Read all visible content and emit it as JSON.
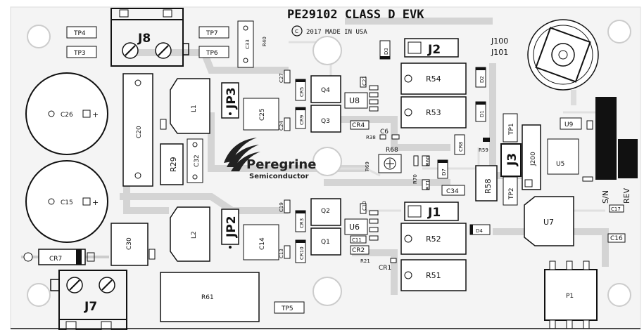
{
  "title": "PE29102 CLASS D EVK",
  "copyright": "2017   MADE IN USA",
  "copyright_symbol": "C",
  "logo": {
    "brand": "Peregrine",
    "sub": "Semiconductor"
  },
  "labels": {
    "tp4": "TP4",
    "tp3": "TP3",
    "tp7": "TP7",
    "tp6": "TP6",
    "tp1": "TP1",
    "tp2": "TP2",
    "tp5": "TP5",
    "j8": "J8",
    "j7": "J7",
    "j1": "J1",
    "j2": "J2",
    "j3": "J3",
    "j100": "J100",
    "j101": "J101",
    "j200": "J200",
    "jp3": "JP3",
    "jp2": "JP2",
    "c26": "C26",
    "c15": "C15",
    "c20": "C20",
    "c25": "C25",
    "c14": "C14",
    "c30": "C30",
    "c32": "C32",
    "c33": "C33",
    "c34": "C34",
    "c4": "CR4",
    "c2": "CR2",
    "c6": "C6",
    "c16": "C16",
    "c17": "C17",
    "r29": "R29",
    "r40": "R40",
    "r54": "R54",
    "r53": "R53",
    "r52": "R52",
    "r51": "R51",
    "r58": "R58",
    "r61": "R61",
    "r68": "R68",
    "r69": "R69",
    "r70": "R70",
    "r71": "R71",
    "r59": "R59",
    "r38": "R38",
    "r21": "R21",
    "r60": "R60",
    "l1": "L1",
    "l2": "L2",
    "q4": "Q4",
    "q3": "Q3",
    "q2": "Q2",
    "q1": "Q1",
    "u8": "U8",
    "u6": "U6",
    "u9": "U9",
    "u5": "U5",
    "u7": "U7",
    "d1": "D1",
    "d2": "D2",
    "d3": "D3",
    "d4": "D4",
    "d7": "D7",
    "cr5": "CR5",
    "cr9": "CR9",
    "cr3": "CR3",
    "cr10": "CR10",
    "cr7": "CR7",
    "cr8": "CR8",
    "cr1": "CR1",
    "c11": "C11",
    "c27": "C27",
    "c24": "C24",
    "c23": "C23",
    "c19": "C19",
    "c10": "C10",
    "c13": "C13",
    "c21": "C21",
    "p1": "P1",
    "sn": "S/N",
    "rev": "REV",
    "plus": "+"
  }
}
